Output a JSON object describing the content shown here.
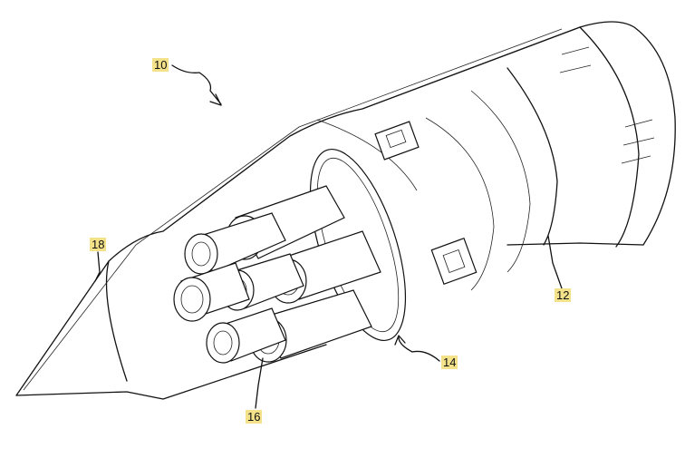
{
  "figure": {
    "labels": [
      {
        "id": "ref-10",
        "text": "10"
      },
      {
        "id": "ref-18",
        "text": "18"
      },
      {
        "id": "ref-12",
        "text": "12"
      },
      {
        "id": "ref-14",
        "text": "14"
      },
      {
        "id": "ref-16",
        "text": "16"
      }
    ],
    "highlight_color": "#f3e28a"
  }
}
